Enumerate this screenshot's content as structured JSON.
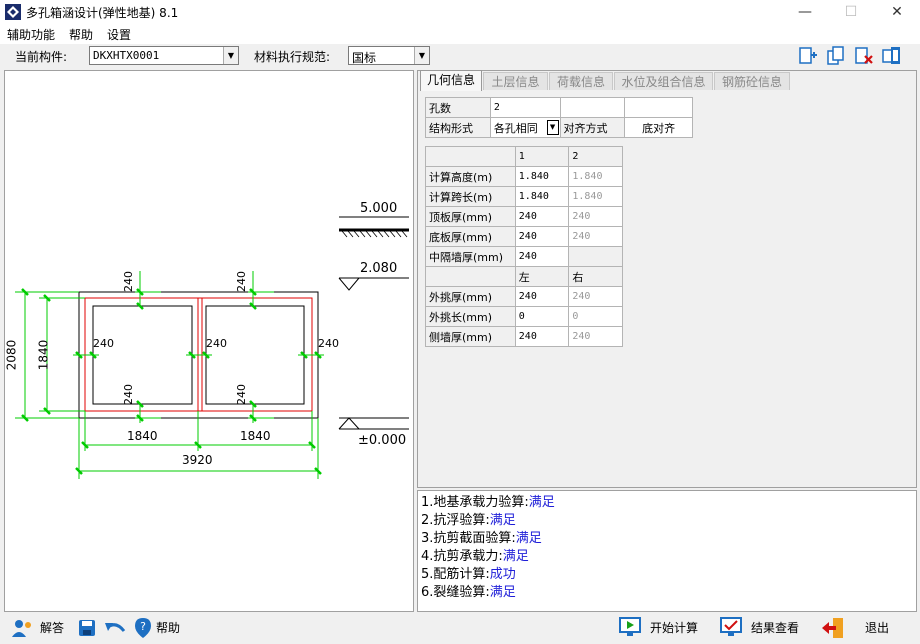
{
  "window": {
    "title": "多孔箱涵设计(弹性地基) 8.1",
    "minimize": "—",
    "maximize": "☐",
    "close": "✕"
  },
  "menu": [
    "辅助功能",
    "帮助",
    "设置"
  ],
  "toolbar": {
    "component_label": "当前构件:",
    "component_value": "DKXHTX0001",
    "spec_label": "材料执行规范:",
    "spec_value": "国标",
    "icons": [
      "add-file-icon",
      "copy-file-icon",
      "delete-file-icon",
      "export-icon"
    ]
  },
  "tabs": [
    "几何信息",
    "土层信息",
    "荷载信息",
    "水位及组合信息",
    "钢筋砼信息"
  ],
  "table1": {
    "rows": [
      [
        "孔数",
        "2",
        "",
        ""
      ],
      [
        "结构形式",
        "各孔相同",
        "对齐方式",
        "底对齐"
      ]
    ]
  },
  "table2": {
    "header": [
      "",
      "1",
      "2"
    ],
    "rows": [
      [
        "计算高度(m)",
        "1.840",
        "1.840"
      ],
      [
        "计算跨长(m)",
        "1.840",
        "1.840"
      ],
      [
        "顶板厚(mm)",
        "240",
        "240"
      ],
      [
        "底板厚(mm)",
        "240",
        "240"
      ],
      [
        "中隔墙厚(mm)",
        "240",
        ""
      ],
      [
        "",
        "左",
        "右"
      ],
      [
        "外挑厚(mm)",
        "240",
        "240"
      ],
      [
        "外挑长(mm)",
        "0",
        "0"
      ],
      [
        "侧墙厚(mm)",
        "240",
        "240"
      ]
    ]
  },
  "drawing": {
    "elev_top": "5.000",
    "elev_mid": "2.080",
    "elev_base": "±0.000",
    "dim_height_total": "2080",
    "dim_height_inner": "1840",
    "dim_span_1": "1840",
    "dim_span_2": "1840",
    "dim_total_width": "3920",
    "thickness": "240"
  },
  "results": [
    {
      "label": "1.地基承载力验算:",
      "status": "满足"
    },
    {
      "label": "2.抗浮验算:",
      "status": "满足"
    },
    {
      "label": "3.抗剪截面验算:",
      "status": "满足"
    },
    {
      "label": "4.抗剪承载力:",
      "status": "满足"
    },
    {
      "label": "5.配筋计算:",
      "status": "成功"
    },
    {
      "label": "6.裂缝验算:",
      "status": "满足"
    }
  ],
  "statusbar": {
    "answer": "解答",
    "help": "帮助",
    "start": "开始计算",
    "view": "结果查看",
    "exit": "退出"
  },
  "colors": {
    "dim": "#00cc00",
    "rebar": "#e00000",
    "status_ok": "#1e1ed8",
    "icon_blue": "#1e6fc2"
  }
}
